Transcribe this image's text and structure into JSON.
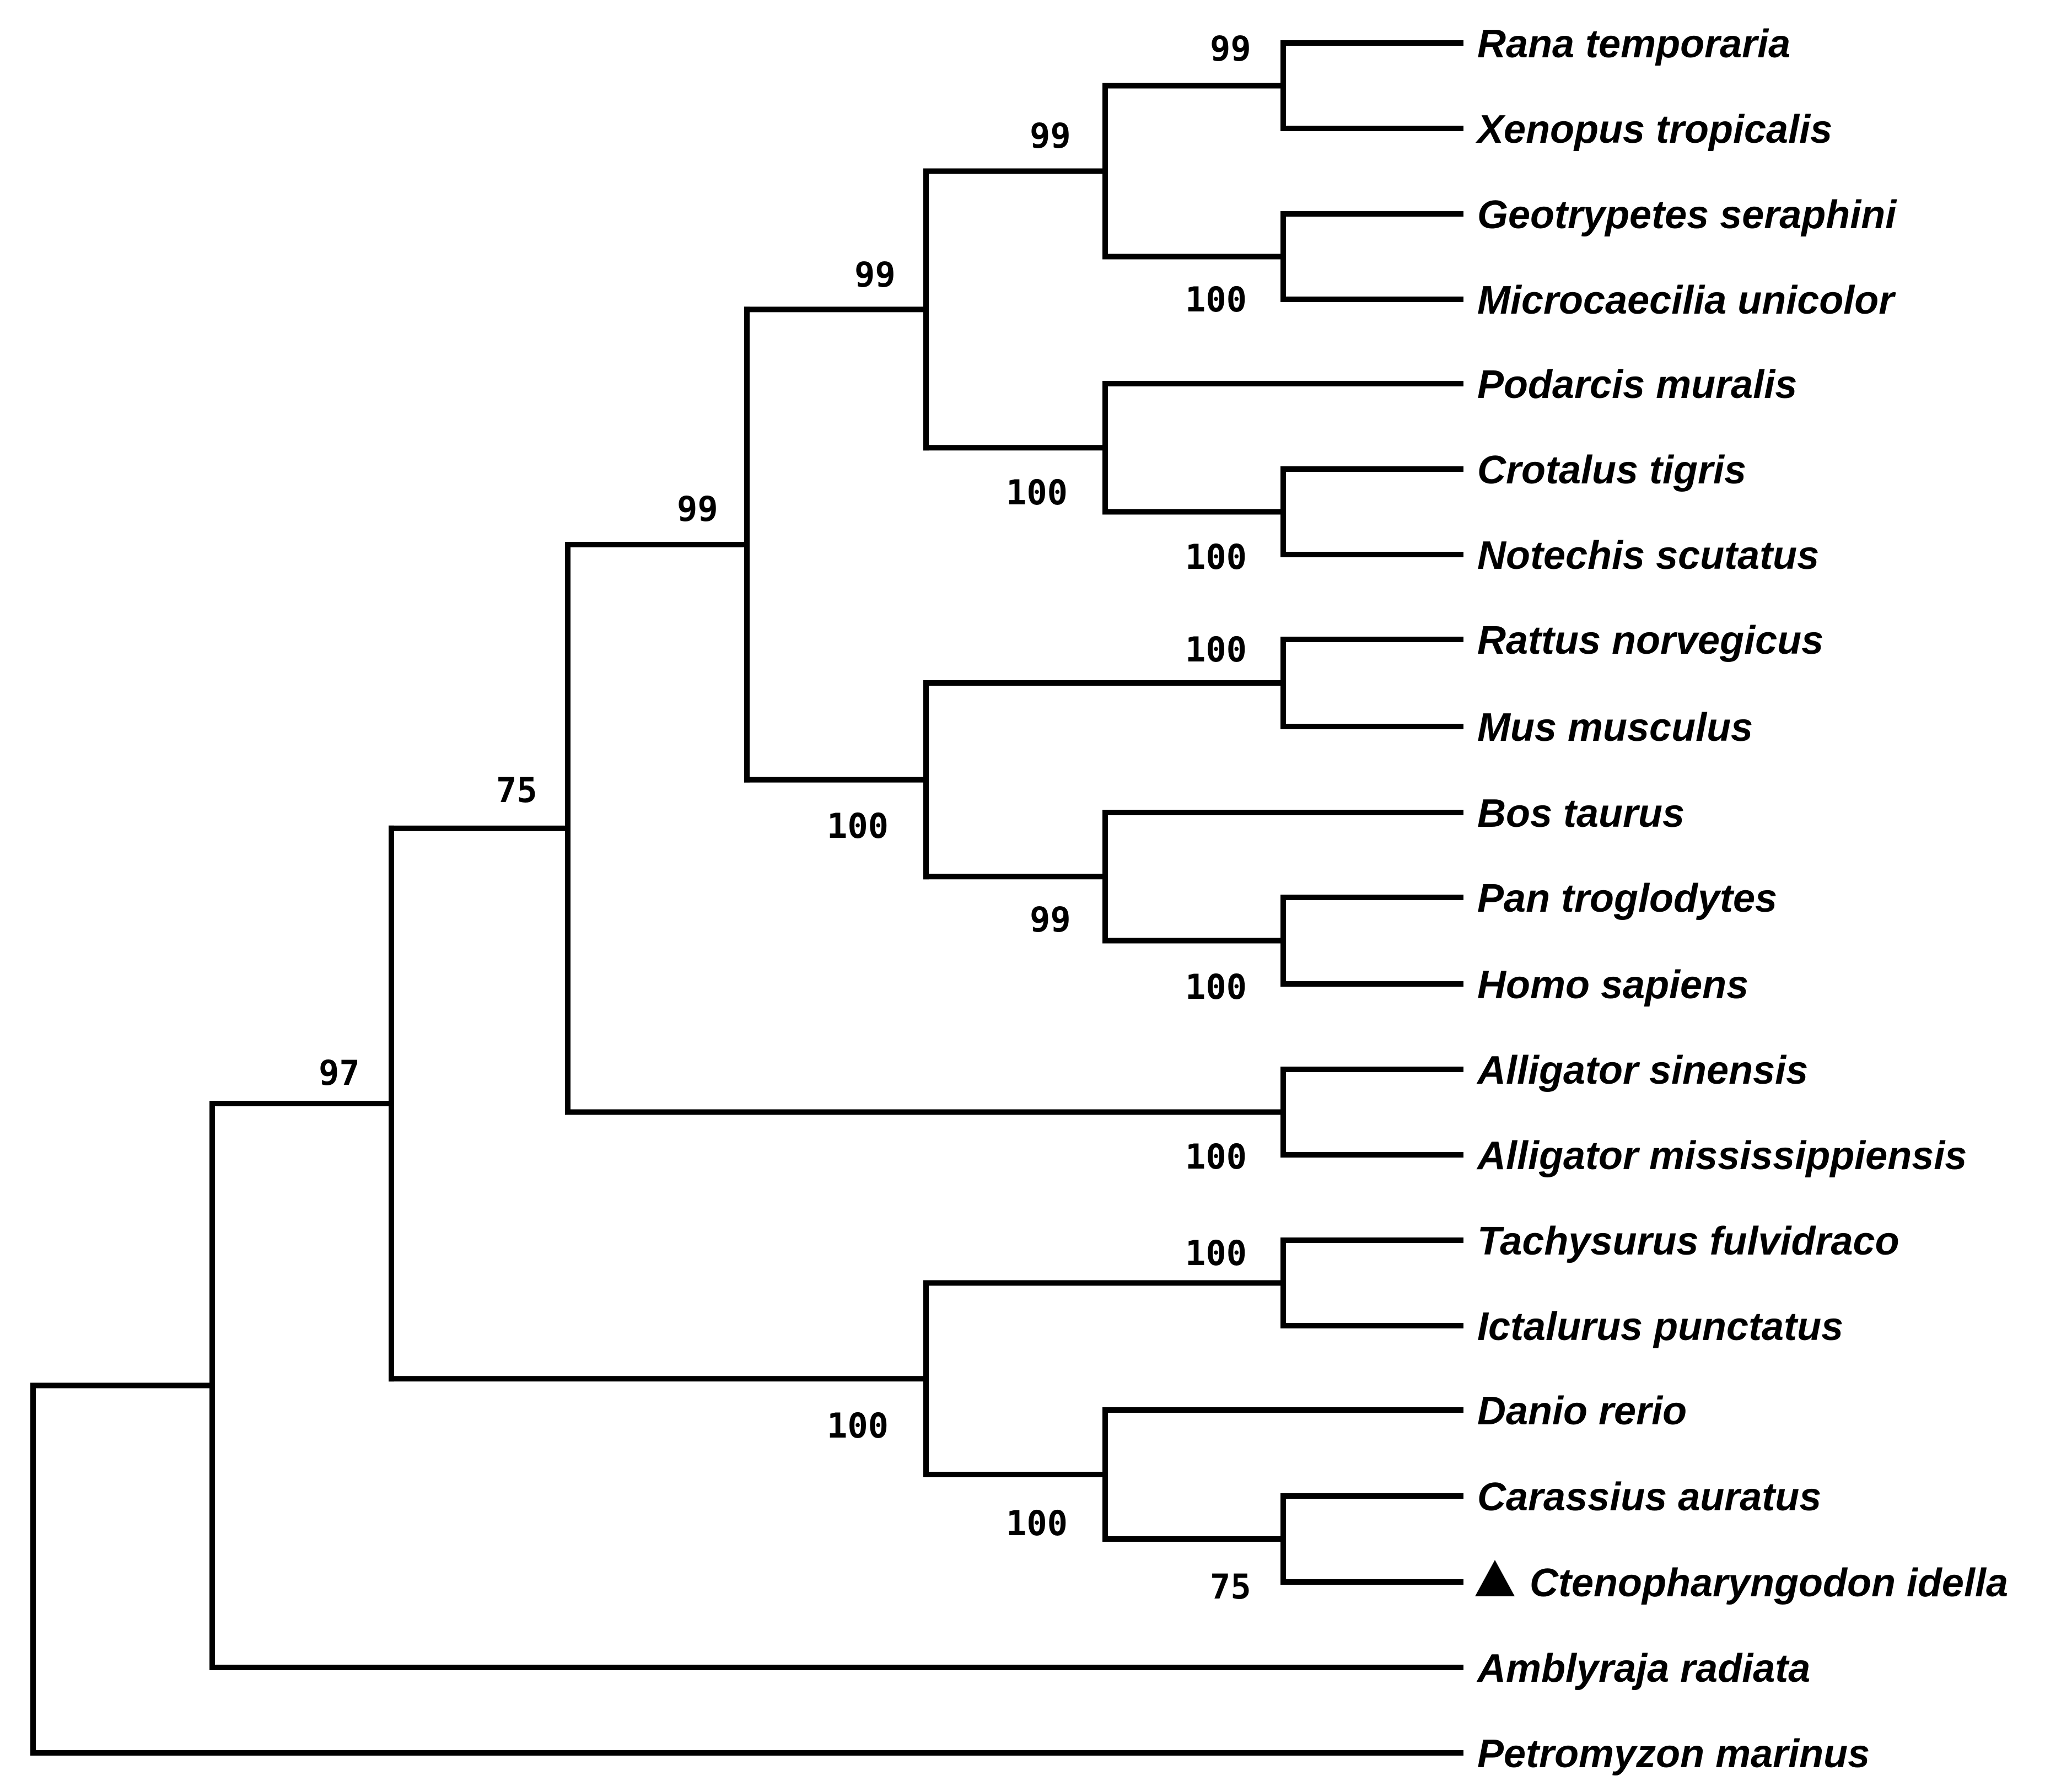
{
  "tree": {
    "taxa": [
      "Rana temporaria",
      "Xenopus tropicalis",
      "Geotrypetes seraphini",
      "Microcaecilia unicolor",
      "Podarcis muralis",
      "Crotalus tigris",
      "Notechis scutatus",
      "Rattus norvegicus",
      "Mus musculus",
      "Bos taurus",
      "Pan troglodytes",
      "Homo sapiens",
      "Alligator sinensis",
      "Alligator mississippiensis",
      "Tachysurus fulvidraco",
      "Ictalurus punctatus",
      "Danio rerio",
      "Carassius auratus",
      "Ctenopharyngodon idella",
      "Amblyraja radiata",
      "Petromyzon marinus"
    ],
    "highlighted_taxon": "Ctenopharyngodon idella",
    "highlight_marker": "filled-triangle",
    "support": {
      "rana_xenopus": "99",
      "frogs_caecilians": "99",
      "caecilians": "100",
      "amphibians_squamates": "99",
      "squamates": "100",
      "snakes": "100",
      "tetrapods_core": "99",
      "rodents": "100",
      "mammals": "100",
      "bos_primates": "99",
      "primates": "100",
      "tetrapods_alligators": "75",
      "alligators": "100",
      "osteichthyes": "97",
      "catfishes": "100",
      "teleosts": "100",
      "cyprinids": "100",
      "carassius_ctenopharyngodon": "75"
    }
  }
}
